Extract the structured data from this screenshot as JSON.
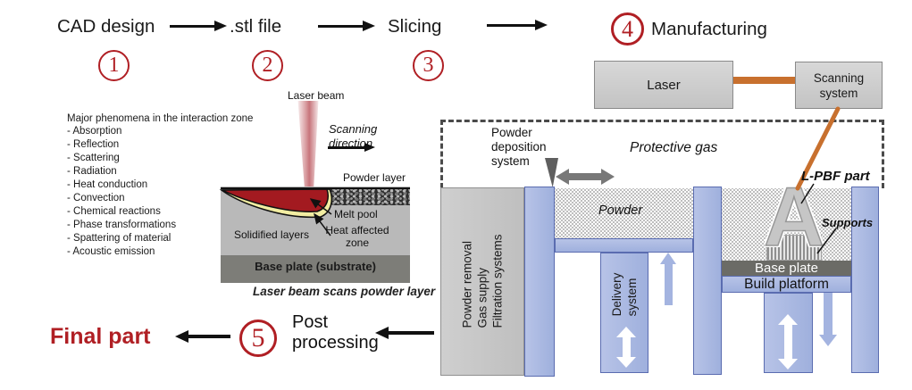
{
  "colors": {
    "accent_red": "#b01f24",
    "orange_beam": "#c8702e",
    "blue_fill": "#aebde4",
    "blue_border": "#5a6cb0",
    "melt_pool_red": "#a31a20",
    "haz_yellow": "#f2eda2"
  },
  "workflow": {
    "steps": [
      {
        "num": "1",
        "label": "CAD design"
      },
      {
        "num": "2",
        "label": ".stl file"
      },
      {
        "num": "3",
        "label": "Slicing"
      },
      {
        "num": "4",
        "label": "Manufacturing"
      },
      {
        "num": "5",
        "label": "Post\nprocessing"
      }
    ],
    "final_label": "Final part"
  },
  "phenomena": {
    "title": "Major phenomena in the interaction zone",
    "items": [
      "- Absorption",
      "- Reflection",
      "- Scattering",
      "- Radiation",
      "- Heat conduction",
      "- Convection",
      "- Chemical reactions",
      "- Phase transformations",
      "- Spattering of material",
      "- Acoustic emission"
    ]
  },
  "interaction": {
    "laser_beam": "Laser beam",
    "scanning_direction": "Scanning\ndirection",
    "powder_layer": "Powder layer",
    "melt_pool": "Melt pool",
    "heat_affected_zone": "Heat affected\nzone",
    "solidified_layers": "Solidified layers",
    "base_substrate": "Base plate (substrate)",
    "caption": "Laser beam scans powder layer"
  },
  "machine": {
    "laser_box": "Laser",
    "scanning_box": "Scanning\nsystem",
    "protective_gas": "Protective gas",
    "powder_deposition": "Powder\ndeposition\nsystem",
    "aux_systems": "Powder removal\nGas supply\nFiltration systems",
    "powder": "Powder",
    "delivery": "Delivery\nsystem",
    "lpbf_part": "L-PBF part",
    "part_letter": "A",
    "supports": "Supports",
    "base_plate": "Base plate",
    "build_platform": "Build platform"
  }
}
